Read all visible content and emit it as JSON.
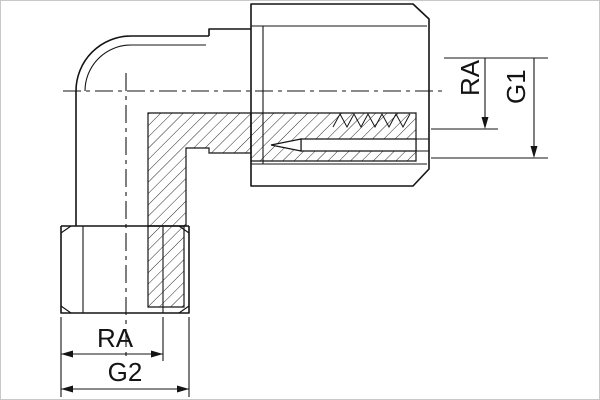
{
  "drawing": {
    "dimension_labels": {
      "ra_top": "RA",
      "g1": "G1",
      "ra_bottom": "RA",
      "g2": "G2"
    },
    "colors": {
      "line": "#141414",
      "background": "#ffffff"
    }
  }
}
